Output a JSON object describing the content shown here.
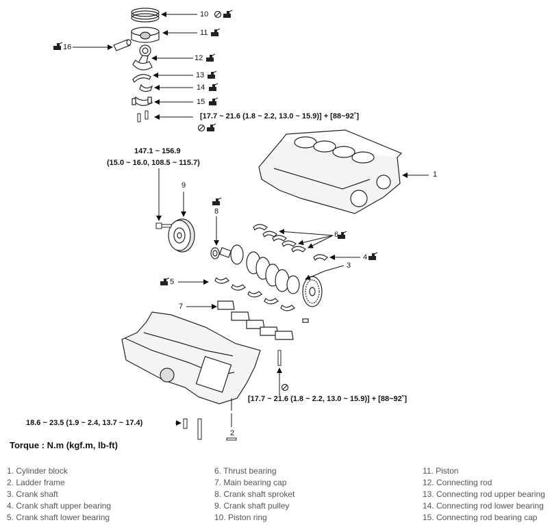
{
  "callouts": [
    "10",
    "11",
    "16",
    "12",
    "13",
    "14",
    "15",
    "1",
    "9",
    "8",
    "6",
    "4",
    "3",
    "5",
    "7",
    "2"
  ],
  "torques": {
    "conrod_bolt": "[17.7 ~ 21.6 (1.8 ~ 2.2, 13.0 ~ 15.9)] + [88~92˚]",
    "pulley_bolt_nm": "147.1 ~ 156.9",
    "pulley_bolt_other": "(15.0 ~ 16.0, 108.5 ~ 115.7)",
    "main_cap_bolt": "[17.7 ~ 21.6 (1.8 ~ 2.2, 13.0 ~ 15.9)] + [88~92˚]",
    "ladder_bolt": "18.6 ~ 23.5 (1.9 ~ 2.4, 13.7 ~ 17.4)"
  },
  "torque_heading": "Torque : N.m (kgf.m, lb-ft)",
  "legend": {
    "col1": [
      "1.  Cylinder block",
      "2.  Ladder frame",
      "3.  Crank shaft",
      "4.  Crank shaft upper bearing",
      "5.  Crank shaft lower bearing"
    ],
    "col2": [
      "6.  Thrust bearing",
      "7.  Main bearing cap",
      "8.  Crank shaft sproket",
      "9.  Crank shaft pulley",
      "10. Piston ring"
    ],
    "col3": [
      "11. Piston",
      "12. Connecting rod",
      "13. Connecting rod upper bearing",
      "14. Connecting rod lower bearing",
      "15. Connecting rod bearing cap"
    ]
  },
  "icons": [
    "no-reuse-icon",
    "lubricate-oil-icon"
  ]
}
